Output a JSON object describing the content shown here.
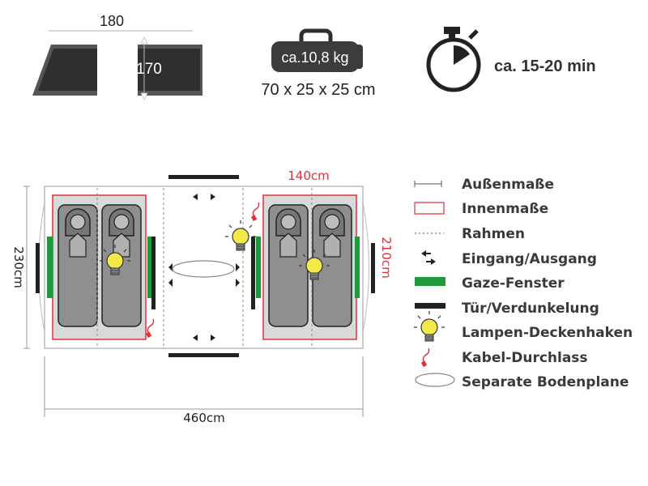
{
  "profile": {
    "width_label": "180",
    "height_label": "170"
  },
  "pack": {
    "weight_label": "ca.10,8 kg",
    "size_label": "70 x 25 x 25 cm"
  },
  "setup": {
    "time_label": "ca. 15-20 min"
  },
  "floorplan": {
    "outer_width_label": "460cm",
    "outer_depth_label": "230cm",
    "inner_width_label": "140cm",
    "inner_depth_label": "210cm"
  },
  "legend": {
    "items": [
      {
        "label": "Außenmaße",
        "icon": "dimension-line-icon"
      },
      {
        "label": "Innenmaße",
        "icon": "red-rectangle-icon"
      },
      {
        "label": "Rahmen",
        "icon": "dashed-line-icon"
      },
      {
        "label": "Eingang/Ausgang",
        "icon": "entrance-arrows-icon"
      },
      {
        "label": "Gaze-Fenster",
        "icon": "green-bar-icon"
      },
      {
        "label": "Tür/Verdunkelung",
        "icon": "black-bar-icon"
      },
      {
        "label": "Lampen-Deckenhaken",
        "icon": "lamp-icon"
      },
      {
        "label": "Kabel-Durchlass",
        "icon": "cable-icon"
      },
      {
        "label": "Separate Bodenplane",
        "icon": "ellipse-icon"
      }
    ]
  },
  "colors": {
    "inner_red": "#e0303a",
    "mesh_green": "#1e9a3c",
    "lamp_yellow": "#f5e94a",
    "dark_gray": "#3c3c3c",
    "light_gray": "#d9d9d9"
  }
}
